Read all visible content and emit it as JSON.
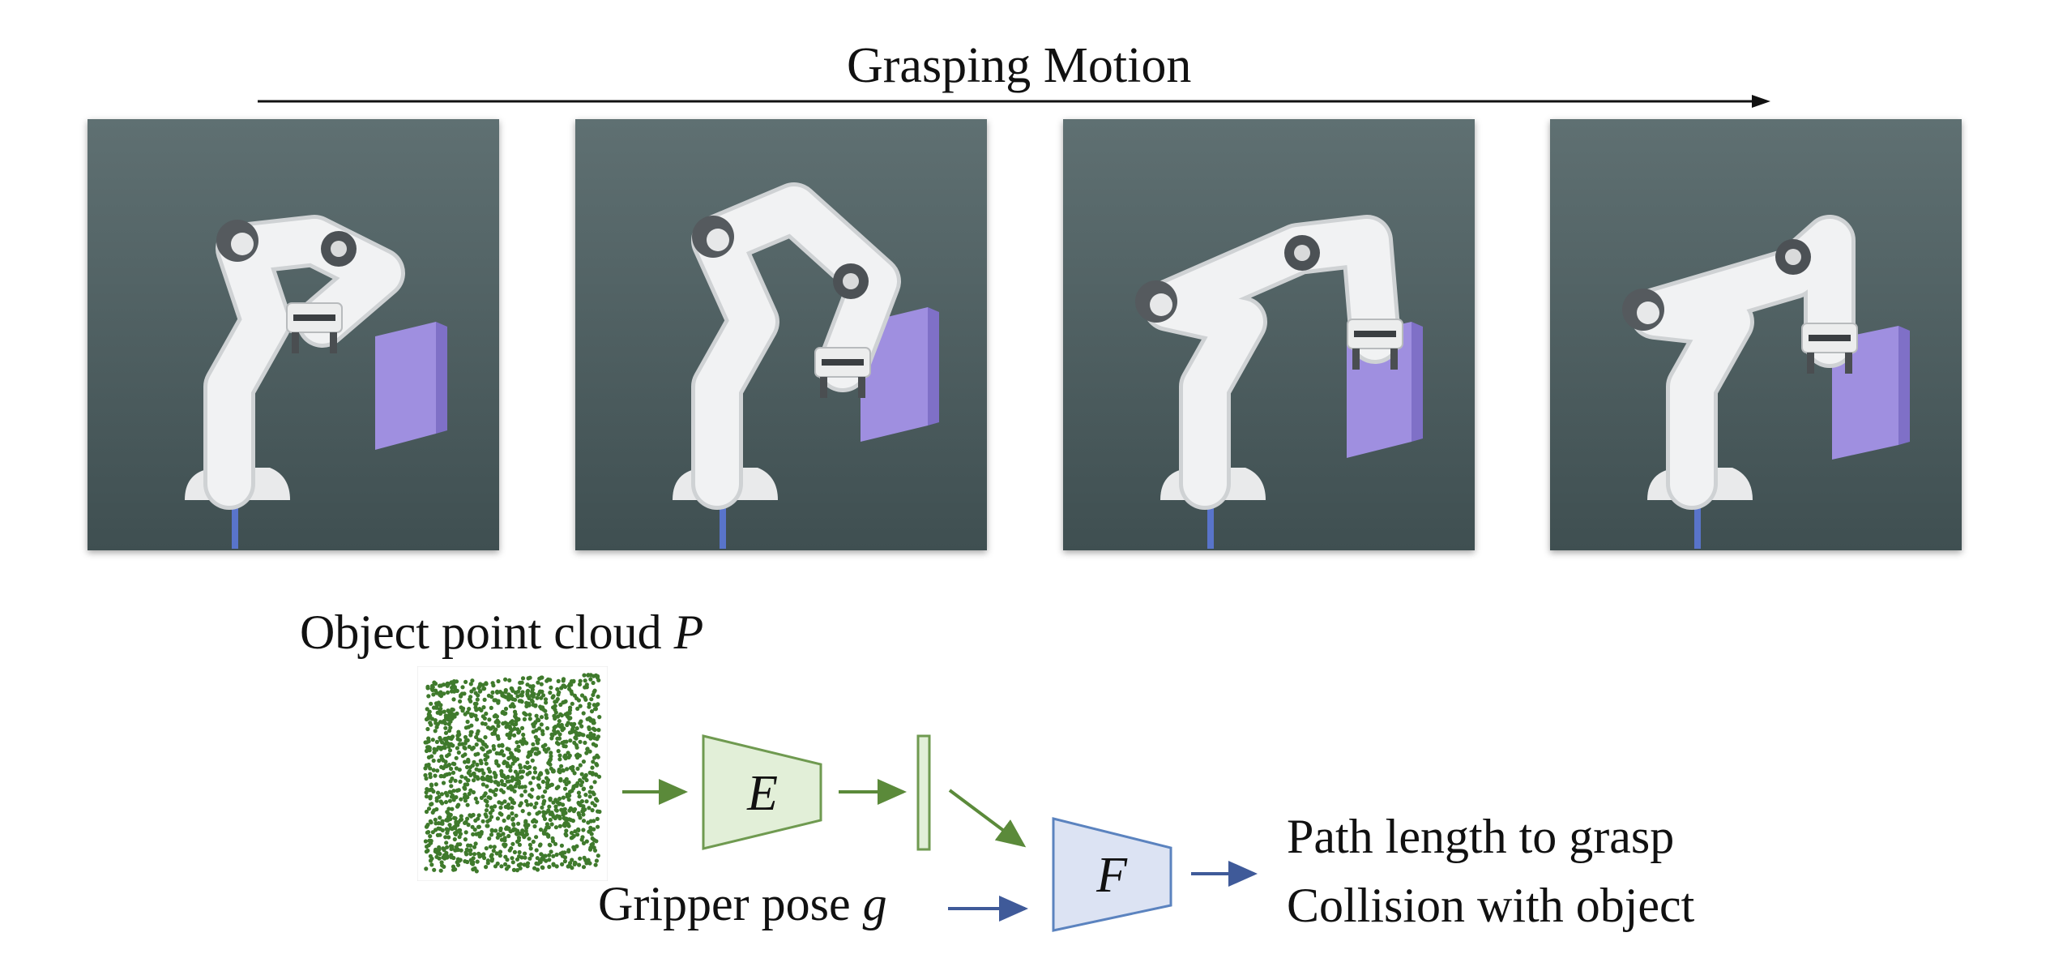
{
  "header": {
    "title": "Grasping Motion"
  },
  "frames": [
    {
      "id": "frame-1",
      "stage": 1
    },
    {
      "id": "frame-2",
      "stage": 2
    },
    {
      "id": "frame-3",
      "stage": 3
    },
    {
      "id": "frame-4",
      "stage": 4
    }
  ],
  "network": {
    "point_cloud_label": "Object point cloud ",
    "point_cloud_symbol": "P",
    "gripper_label": "Gripper pose ",
    "gripper_symbol": "g",
    "encoder_letter": "E",
    "predictor_letter": "F",
    "outputs": [
      "Path length to grasp",
      "Collision with object"
    ]
  },
  "colors": {
    "scene_background": "#596b6d",
    "object_block": "#9f8fe0",
    "encoder_fill": "#e2efd8",
    "encoder_stroke": "#6f9a50",
    "predictor_fill": "#dce3f3",
    "predictor_stroke": "#5b83bf",
    "green_arrow": "#5b8a3a",
    "blue_arrow": "#3f5a99",
    "point_cloud_dots": "#3f7a2c"
  }
}
